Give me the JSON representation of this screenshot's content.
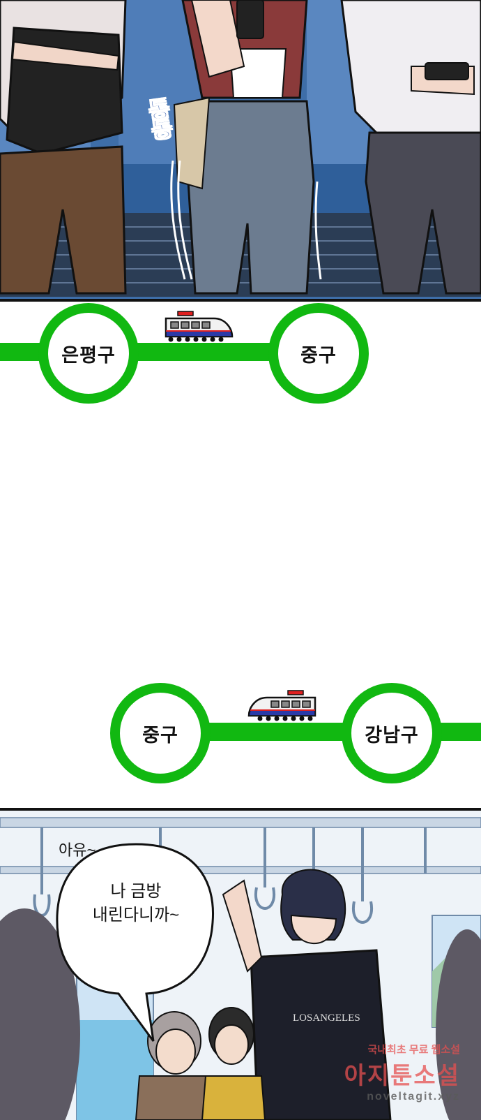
{
  "top_panel": {
    "sfx": "동동"
  },
  "route_map": {
    "line_color": "#11b811",
    "segment_1": {
      "from_station": "은평구",
      "to_station": "중구"
    },
    "segment_2": {
      "from_station": "중구",
      "to_station": "강남구"
    }
  },
  "bottom_panel": {
    "aside": "아유~",
    "speech_bubble": {
      "line_1": "나 금방",
      "line_2": "내린다니까~"
    },
    "shirt_text": "LOSANGELES"
  },
  "watermark": {
    "top": "국내최초 무료 웹소설",
    "main": "아지툰소설",
    "url": "noveltagit.xyz"
  }
}
